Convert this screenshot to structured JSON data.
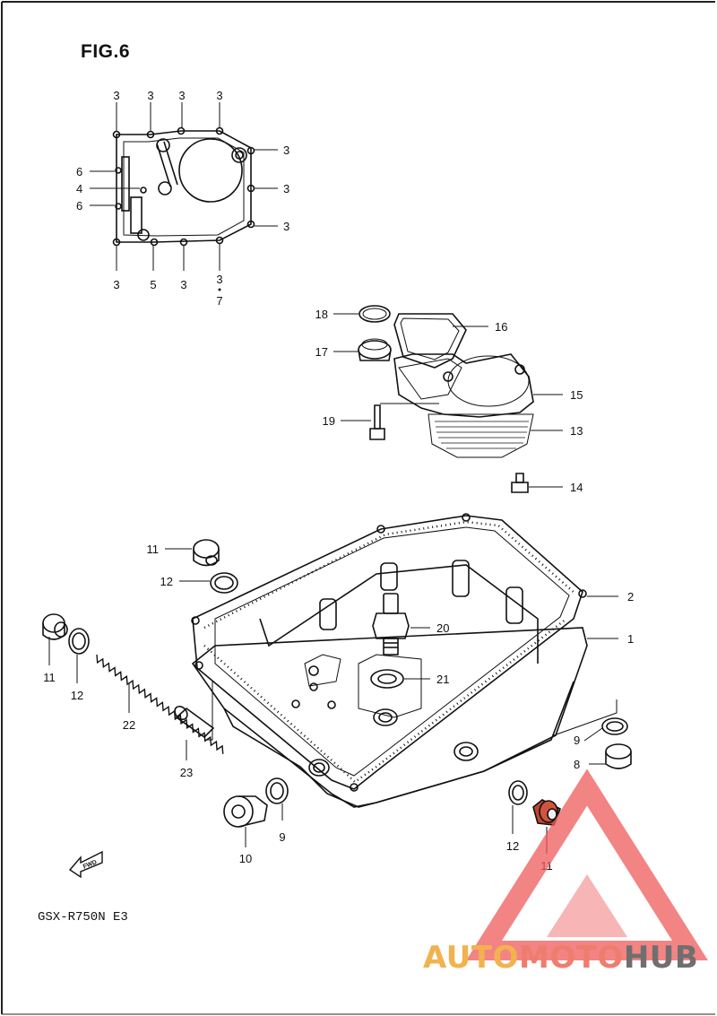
{
  "figure": {
    "title": "FIG.6",
    "model_code": "GSX-R750N E3"
  },
  "fwd_label": "FWD",
  "watermark": {
    "part_a": "AUTO",
    "part_b": "MOTO",
    "part_c": "HUB",
    "colors": {
      "triangle": "#ef5b5b",
      "auto": "#f2b24f",
      "moto": "#ef7d6e",
      "hub": "#6f6f6f"
    }
  },
  "callouts": {
    "cover_top": [
      "3",
      "3",
      "3",
      "3"
    ],
    "cover_right": [
      "3",
      "3",
      "3"
    ],
    "cover_left": [
      "6",
      "4",
      "6"
    ],
    "cover_bottom": [
      "3",
      "5",
      "3",
      "3"
    ],
    "cover_bottom_sub": "7",
    "strainer": [
      "18",
      "16",
      "17",
      "15",
      "19",
      "13",
      "14"
    ],
    "pan": [
      "11",
      "12",
      "2",
      "1",
      "20",
      "11",
      "12",
      "21",
      "22",
      "9",
      "8",
      "23",
      "10",
      "9",
      "12",
      "11"
    ]
  }
}
